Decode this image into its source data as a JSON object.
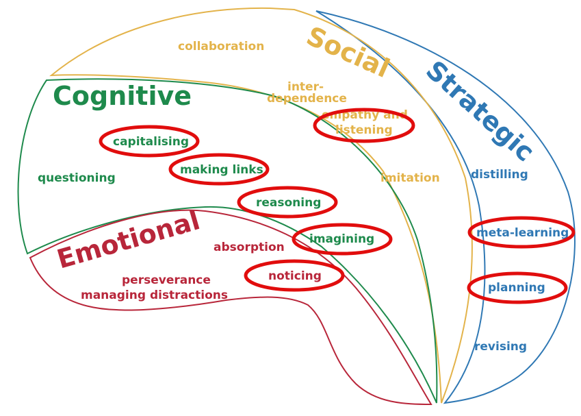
{
  "diagram": {
    "colors": {
      "social": "#e3b34a",
      "cognitive": "#1e8a4c",
      "emotional": "#b8263a",
      "strategic": "#2f78b4",
      "highlight": "#e10d0d"
    },
    "domains": {
      "social": {
        "title": "Social",
        "terms": {
          "collaboration": "collaboration",
          "interdependence_line1": "inter-",
          "interdependence_line2": "dependence",
          "empathy_line1": "empathy and",
          "empathy_line2": "listening",
          "imitation": "imitation"
        }
      },
      "cognitive": {
        "title": "Cognitive",
        "terms": {
          "questioning": "questioning",
          "capitalising": "capitalising",
          "making_links": "making links",
          "reasoning": "reasoning",
          "imagining": "imagining"
        }
      },
      "emotional": {
        "title": "Emotional",
        "terms": {
          "absorption": "absorption",
          "perseverance": "perseverance",
          "managing_distractions": "managing distractions",
          "noticing": "noticing"
        }
      },
      "strategic": {
        "title": "Strategic",
        "terms": {
          "distilling": "distilling",
          "meta_learning": "meta-learning",
          "planning": "planning",
          "revising": "revising"
        }
      }
    },
    "highlighted_terms": [
      "capitalising",
      "making links",
      "reasoning",
      "imagining",
      "noticing",
      "empathy and listening",
      "meta-learning",
      "planning"
    ]
  }
}
